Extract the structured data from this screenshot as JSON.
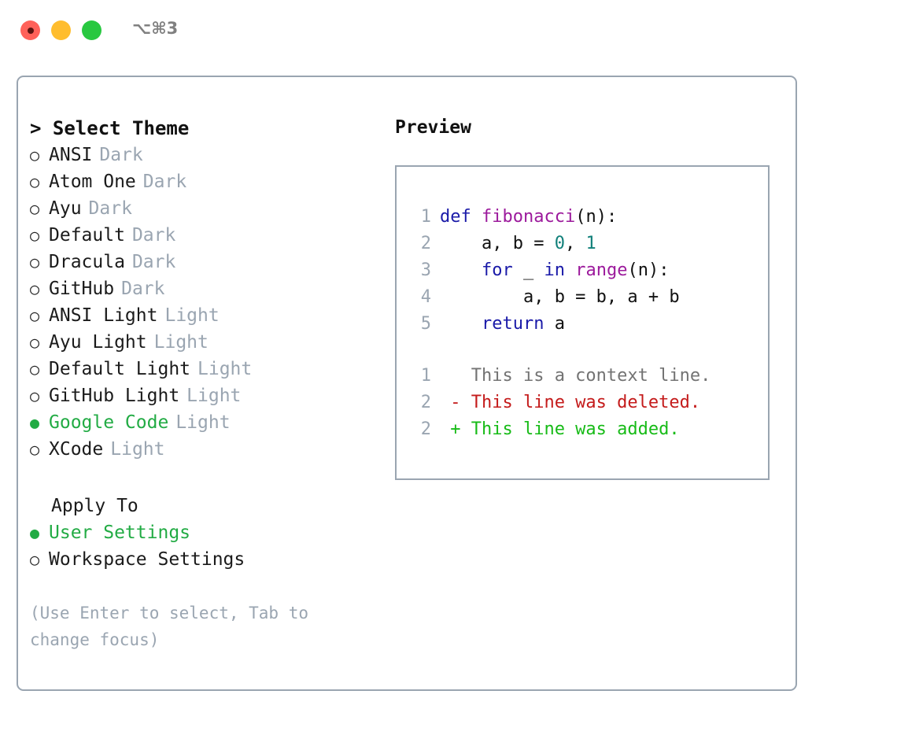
{
  "window": {
    "shortcut": "⌥⌘3",
    "traffic_lights": [
      "close-red",
      "minimize-yellow",
      "zoom-green"
    ]
  },
  "left": {
    "section_title": "> Select Theme",
    "bullet_unselected": "○",
    "bullet_selected": "●",
    "themes": [
      {
        "name": "ANSI",
        "category": "Dark",
        "selected": false
      },
      {
        "name": "Atom One",
        "category": "Dark",
        "selected": false
      },
      {
        "name": "Ayu",
        "category": "Dark",
        "selected": false
      },
      {
        "name": "Default",
        "category": "Dark",
        "selected": false
      },
      {
        "name": "Dracula",
        "category": "Dark",
        "selected": false
      },
      {
        "name": "GitHub",
        "category": "Dark",
        "selected": false
      },
      {
        "name": "ANSI Light",
        "category": "Light",
        "selected": false
      },
      {
        "name": "Ayu Light",
        "category": "Light",
        "selected": false
      },
      {
        "name": "Default Light",
        "category": "Light",
        "selected": false
      },
      {
        "name": "GitHub Light",
        "category": "Light",
        "selected": false
      },
      {
        "name": "Google Code",
        "category": "Light",
        "selected": true
      },
      {
        "name": "XCode",
        "category": "Light",
        "selected": false
      }
    ],
    "apply_to_title": "Apply To",
    "apply_to": [
      {
        "name": "User Settings",
        "selected": true
      },
      {
        "name": "Workspace Settings",
        "selected": false
      }
    ],
    "hint": "(Use Enter to select, Tab to change focus)"
  },
  "right": {
    "preview_title": "Preview",
    "code_lines": [
      {
        "no": "1",
        "tokens": [
          {
            "t": "def ",
            "c": "kw"
          },
          {
            "t": "fibonacci",
            "c": "fn"
          },
          {
            "t": "(n):",
            "c": "txt"
          }
        ]
      },
      {
        "no": "2",
        "tokens": [
          {
            "t": "    a, b = ",
            "c": "txt"
          },
          {
            "t": "0",
            "c": "num"
          },
          {
            "t": ", ",
            "c": "txt"
          },
          {
            "t": "1",
            "c": "num"
          }
        ]
      },
      {
        "no": "3",
        "tokens": [
          {
            "t": "    ",
            "c": "txt"
          },
          {
            "t": "for",
            "c": "kw"
          },
          {
            "t": " _ ",
            "c": "txt"
          },
          {
            "t": "in",
            "c": "kw"
          },
          {
            "t": " ",
            "c": "txt"
          },
          {
            "t": "range",
            "c": "fn"
          },
          {
            "t": "(n):",
            "c": "txt"
          }
        ]
      },
      {
        "no": "4",
        "tokens": [
          {
            "t": "        a, b = b, a + b",
            "c": "txt"
          }
        ]
      },
      {
        "no": "5",
        "tokens": [
          {
            "t": "    ",
            "c": "txt"
          },
          {
            "t": "return",
            "c": "kw"
          },
          {
            "t": " a",
            "c": "txt"
          }
        ]
      }
    ],
    "diff_lines": [
      {
        "no": "1",
        "tokens": [
          {
            "t": "   This is a context line.",
            "c": "ctx"
          }
        ]
      },
      {
        "no": "2",
        "tokens": [
          {
            "t": " - This line was deleted.",
            "c": "del"
          }
        ]
      },
      {
        "no": "2",
        "tokens": [
          {
            "t": " + This line was added.",
            "c": "add"
          }
        ]
      }
    ]
  },
  "colors": {
    "accent_green": "#22ab44",
    "muted_gray": "#9aa5b1",
    "keyword_blue": "#1a1aa8",
    "function_purple": "#9c1a9c",
    "number_teal": "#11807a",
    "diff_delete_red": "#c41b1b",
    "diff_add_green": "#17bb17",
    "border": "#9aa5b1"
  }
}
